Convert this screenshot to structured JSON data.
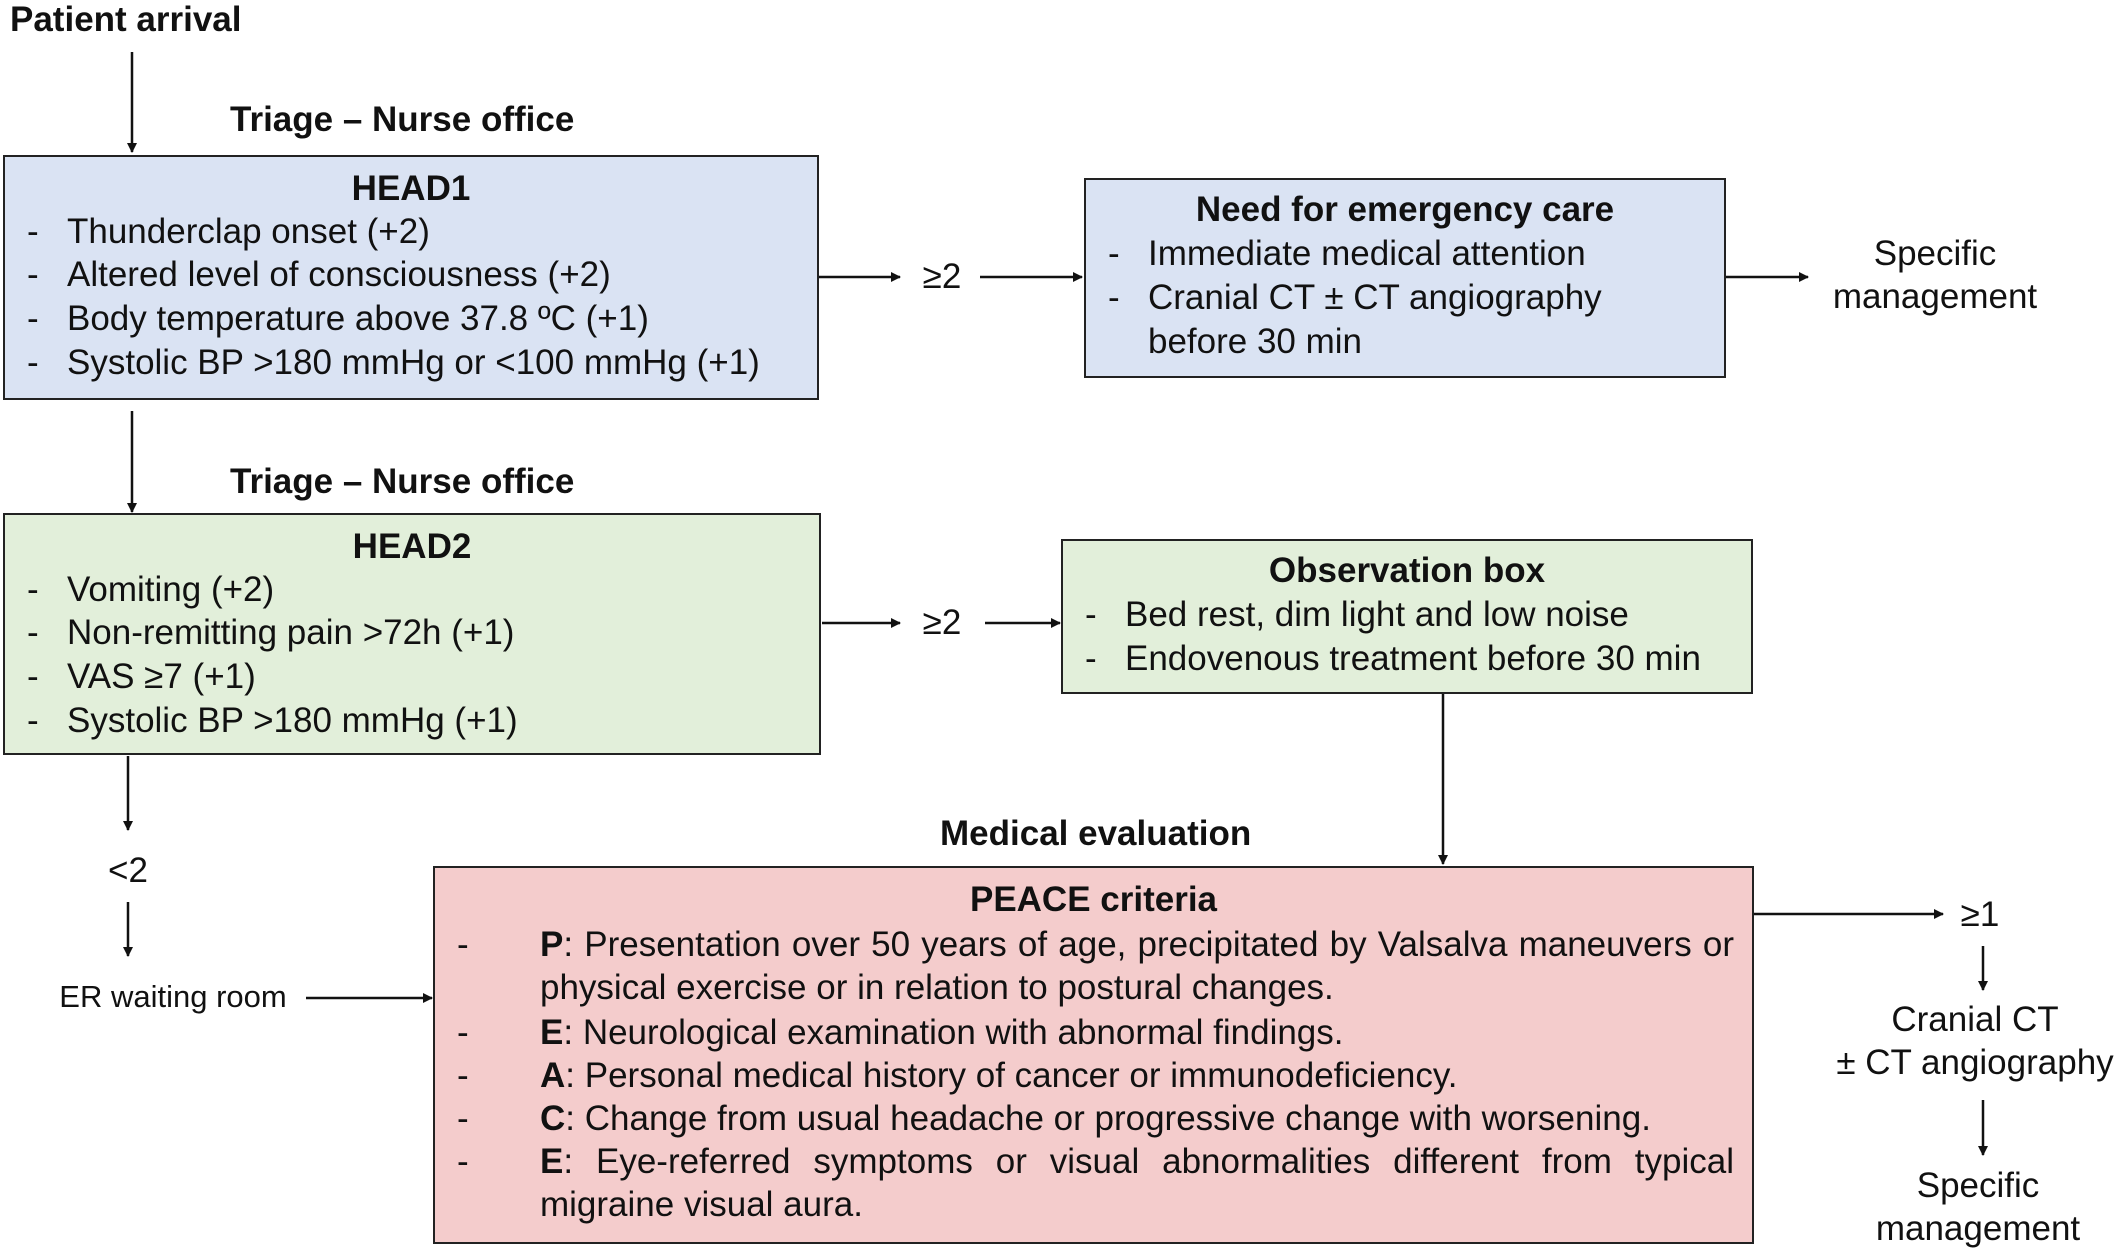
{
  "start_label": "Patient arrival",
  "triage1_label": "Triage – Nurse office",
  "triage2_label": "Triage – Nurse office",
  "head1": {
    "title": "HEAD1",
    "items": [
      "Thunderclap onset (+2)",
      "Altered level of consciousness (+2)",
      "Body temperature above 37.8 ºC (+1)",
      "Systolic BP >180 mmHg or <100 mmHg (+1)"
    ]
  },
  "head1_threshold": "≥2",
  "emergency": {
    "title": "Need for emergency care",
    "items": [
      "Immediate medical attention",
      "Cranial CT ± CT angiography",
      "before 30 min"
    ]
  },
  "specific_mgmt_1": [
    "Specific",
    "management"
  ],
  "head2": {
    "title": "HEAD2",
    "items": [
      "Vomiting (+2)",
      "Non-remitting pain >72h (+1)",
      "VAS ≥7 (+1)",
      "Systolic BP >180 mmHg (+1)"
    ]
  },
  "head2_threshold": "≥2",
  "observation": {
    "title": "Observation box",
    "items": [
      "Bed rest, dim light and low noise",
      "Endovenous treatment before 30 min"
    ]
  },
  "low_threshold": "<2",
  "waiting_room": "ER waiting room",
  "medical_eval_label": "Medical evaluation",
  "peace": {
    "title": "PEACE criteria",
    "items": [
      {
        "letter": "P",
        "text": "Presentation over 50 years of age, precipitated by Valsalva maneuvers or physical exercise or in relation to postural changes."
      },
      {
        "letter": "E",
        "text": "Neurological examination with abnormal findings."
      },
      {
        "letter": "A",
        "text": "Personal medical history of cancer or immunodeficiency."
      },
      {
        "letter": "C",
        "text": "Change from usual headache or progressive change with worsening."
      },
      {
        "letter": "E",
        "text": "Eye-referred symptoms or visual abnormalities different from typical migraine visual aura."
      }
    ]
  },
  "peace_threshold": "≥1",
  "cranial_ct": [
    "Cranial CT",
    "± CT angiography"
  ],
  "specific_mgmt_2": [
    "Specific",
    "management"
  ]
}
